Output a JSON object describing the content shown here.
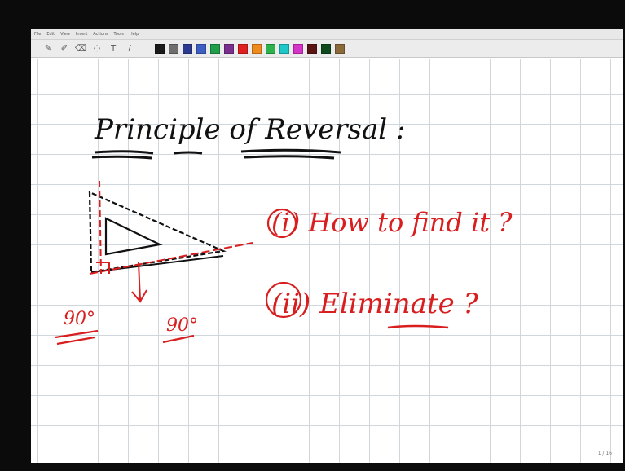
{
  "menu": [
    "File",
    "Edit",
    "View",
    "Insert",
    "Actions",
    "Tools",
    "Help"
  ],
  "toolbar": {
    "tools": [
      {
        "name": "pen-icon",
        "glyph": "✎"
      },
      {
        "name": "highlighter-icon",
        "glyph": "✐"
      },
      {
        "name": "eraser-icon",
        "glyph": "⌫"
      },
      {
        "name": "lasso-icon",
        "glyph": "◌"
      },
      {
        "name": "text-tool-icon",
        "glyph": "T"
      },
      {
        "name": "line-tool-icon",
        "glyph": "/"
      }
    ],
    "palette": [
      "#1a1a1a",
      "#6e6e6e",
      "#2b3a8f",
      "#3d5fc4",
      "#1f9e4a",
      "#7a2f8f",
      "#e02020",
      "#f08a1c",
      "#2bb24c",
      "#1ec8c8",
      "#d633c9",
      "#5a1414",
      "#0f4a1f",
      "#8a6a3a"
    ]
  },
  "notes": {
    "title": "Principle of Reversal :",
    "point1": "(i) How to find it ?",
    "point2": "(ii) Eliminate ?",
    "angle_left": "90°",
    "angle_right": "90°"
  },
  "colors": {
    "ink_black": "#111111",
    "ink_red": "#d81e1e"
  },
  "page_indicator": "1 / 16"
}
